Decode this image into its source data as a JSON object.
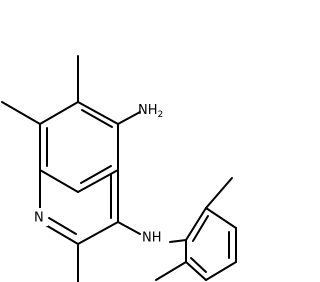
{
  "molecule": {
    "labels": {
      "n_ring": "N",
      "amine": "NH",
      "amine_sub": "2",
      "nh_bridge": "NH"
    }
  },
  "colors": {
    "bond": "#000000",
    "background": "#ffffff"
  }
}
